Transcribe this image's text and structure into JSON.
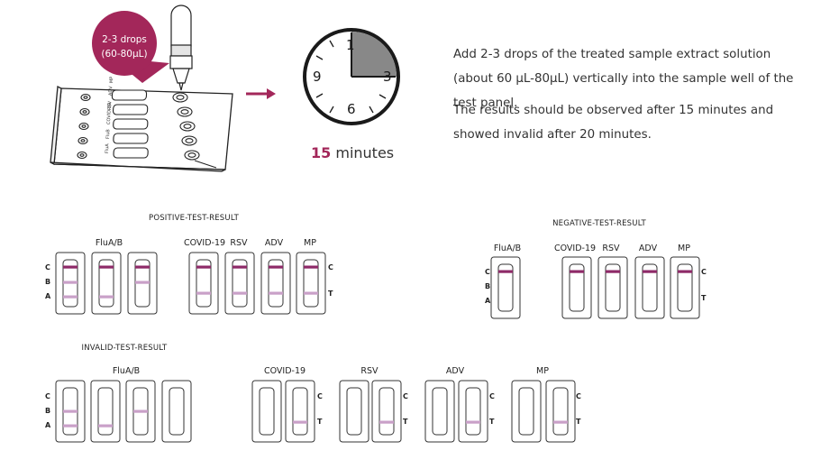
{
  "callout": {
    "line1": "2-3 drops",
    "line2": "(60-80μL)"
  },
  "panel_labels": [
    "FluA",
    "FluB",
    "COVID-19",
    "RSV",
    "ADV",
    "MP"
  ],
  "clock": {
    "numbers": [
      "1",
      "3",
      "6",
      "9"
    ],
    "caption_number": "15",
    "caption_unit": "minutes"
  },
  "instructions": {
    "p1": "Add 2-3 drops of the treated sample extract solution (about 60 μL-80μL) vertically into the sample well of the test panel.",
    "p2": "The results should be observed after 15 minutes and showed invalid after 20 minutes."
  },
  "colors": {
    "accent": "#a3275a",
    "line_strong": "#8e2a68",
    "line_weak": "#c9a0c8"
  },
  "sections": [
    {
      "title": "POSITIVE-TEST-RESULT",
      "groups": [
        {
          "label": "FluA/B",
          "letters": [
            "C",
            "B",
            "A"
          ],
          "strips": [
            [
              "C",
              "B",
              "A"
            ],
            [
              "C",
              "A"
            ],
            [
              "C",
              "B"
            ]
          ]
        },
        {
          "label": "COVID-19",
          "strips": [
            [
              "C",
              "T"
            ]
          ]
        },
        {
          "label": "RSV",
          "strips": [
            [
              "C",
              "T"
            ]
          ]
        },
        {
          "label": "ADV",
          "strips": [
            [
              "C",
              "T"
            ]
          ]
        },
        {
          "label": "MP",
          "strips": [
            [
              "C",
              "T"
            ]
          ],
          "letters": [
            "C",
            "T"
          ]
        }
      ]
    },
    {
      "title": "NEGATIVE-TEST-RESULT",
      "groups": [
        {
          "label": "FluA/B",
          "letters": [
            "C",
            "B",
            "A"
          ],
          "strips": [
            [
              "C"
            ]
          ]
        },
        {
          "label": "COVID-19",
          "strips": [
            [
              "C"
            ]
          ]
        },
        {
          "label": "RSV",
          "strips": [
            [
              "C"
            ]
          ]
        },
        {
          "label": "ADV",
          "strips": [
            [
              "C"
            ]
          ]
        },
        {
          "label": "MP",
          "strips": [
            [
              "C"
            ]
          ],
          "letters": [
            "C",
            "T"
          ]
        }
      ]
    },
    {
      "title": "INVALID-TEST-RESULT",
      "groups": [
        {
          "label": "FluA/B",
          "letters": [
            "C",
            "B",
            "A"
          ],
          "strips": [
            [
              "B",
              "A"
            ],
            [
              "A"
            ],
            [
              "B"
            ],
            []
          ]
        },
        {
          "label": "COVID-19",
          "strips": [
            [],
            [
              "T"
            ]
          ],
          "letters": [
            "C",
            "T"
          ]
        },
        {
          "label": "RSV",
          "strips": [
            [],
            [
              "T"
            ]
          ],
          "letters": [
            "C",
            "T"
          ]
        },
        {
          "label": "ADV",
          "strips": [
            [],
            [
              "T"
            ]
          ],
          "letters": [
            "C",
            "T"
          ]
        },
        {
          "label": "MP",
          "strips": [
            [],
            [
              "T"
            ]
          ],
          "letters": [
            "C",
            "T"
          ]
        }
      ]
    }
  ]
}
